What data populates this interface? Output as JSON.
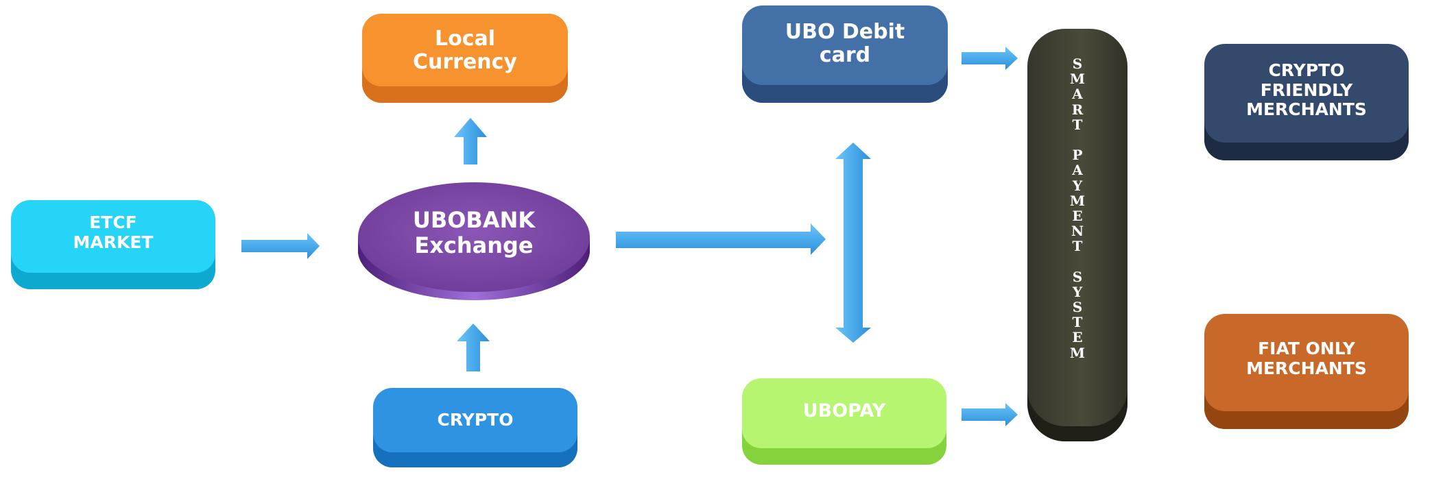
{
  "nodes": {
    "local_currency": "Local\nCurrency",
    "ubo_debit_card": "UBO Debit\ncard",
    "crypto_friendly": "CRYPTO\nFRIENDLY\nMERCHANTS",
    "etcf_market": "ETCF\nMARKET",
    "ubobank_exchange": "UBOBANK\nExchange",
    "crypto": "CRYPTO",
    "ubopay": "UBOPAY",
    "fiat_only": "FIAT ONLY\nMERCHANTS"
  },
  "smart_payment_system": [
    "S",
    "M",
    "A",
    "R",
    "T",
    "",
    "P",
    "A",
    "Y",
    "M",
    "E",
    "N",
    "T",
    "",
    "S",
    "Y",
    "S",
    "T",
    "E",
    "M"
  ],
  "colors": {
    "local_currency": "#f7932e",
    "ubo_debit_card": "#3f6aa3",
    "crypto_friendly": "#2e4468",
    "etcf_market": "#22d0f7",
    "ubobank_exchange": "#7b48a3",
    "crypto": "#2f8fe0",
    "ubopay": "#b2f46c",
    "fiat_only": "#c56a28",
    "arrow": "#3aa8f2",
    "smart_payment_system": "#3f3f33"
  }
}
